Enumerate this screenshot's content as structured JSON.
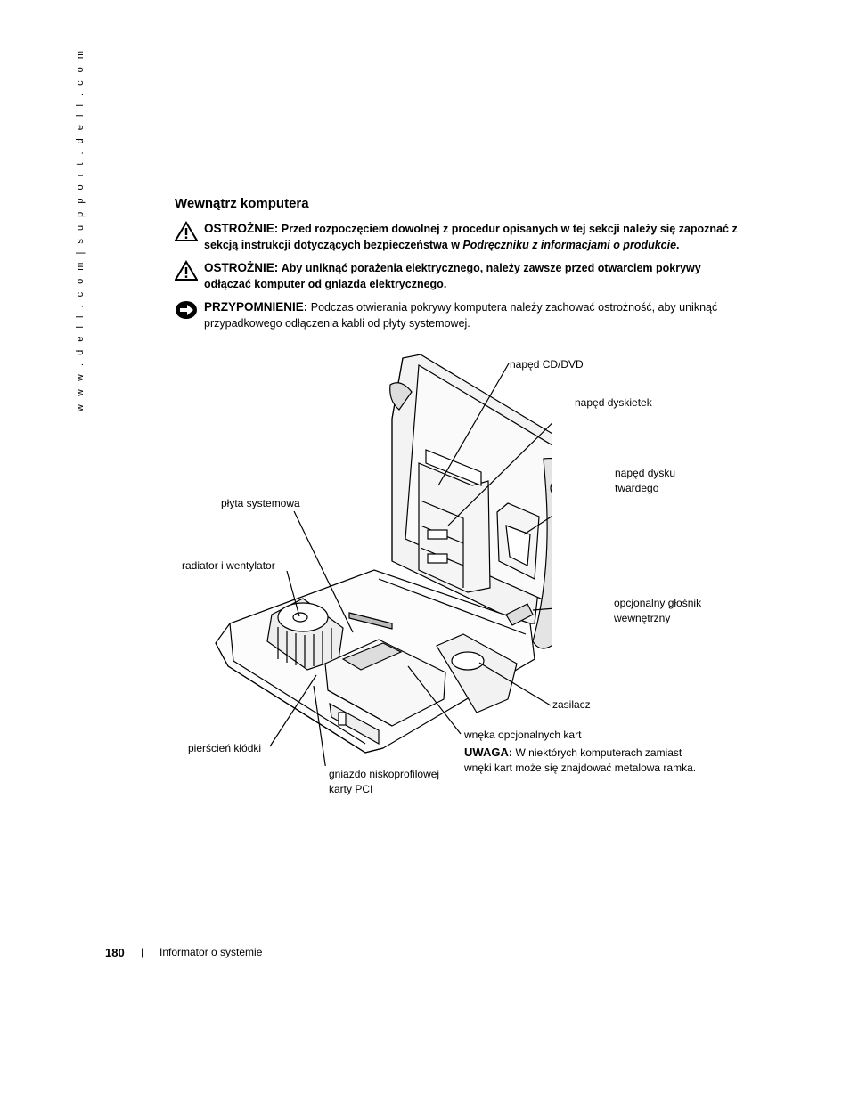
{
  "side_url": "w w w . d e l l . c o m   |   s u p p o r t . d e l l . c o m",
  "section_title": "Wewnątrz komputera",
  "notices": [
    {
      "keyword": "OSTROŻNIE:",
      "text_1": "Przed rozpoczęciem dowolnej z procedur opisanych w tej sekcji należy się zapoznać z sekcją instrukcji dotyczących bezpieczeństwa w ",
      "emphasis": "Podręczniku z informacjami o produkcie",
      "text_2": "."
    },
    {
      "keyword": "OSTROŻNIE:",
      "text_1": "Aby uniknąć porażenia elektrycznego, należy zawsze przed otwarciem pokrywy odłączać komputer od gniazda elektrycznego."
    },
    {
      "keyword": "PRZYPOMNIENIE:",
      "text_1": "Podczas otwierania pokrywy komputera należy zachować ostrożność, aby uniknąć przypadkowego odłączenia kabli od płyty systemowej."
    }
  ],
  "diagram_labels": {
    "cd_dvd": "napęd CD/DVD",
    "floppy": "napęd dyskietek",
    "hdd_1": "napęd dysku",
    "hdd_2": "twardego",
    "system_board": "płyta systemowa",
    "heatsink": "radiator i wentylator",
    "speaker_1": "opcjonalny głośnik",
    "speaker_2": "wewnętrzny",
    "psu": "zasilacz",
    "card_bay": "wnęka opcjonalnych kart",
    "padlock": "pierścień kłódki",
    "pci_1": "gniazdo niskoprofilowej",
    "pci_2": "karty PCI"
  },
  "note": {
    "keyword": "UWAGA:",
    "line_1": "W niektórych komputerach zamiast",
    "line_2": "wnęki kart może się znajdować metalowa ramka."
  },
  "footer": {
    "page_number": "180",
    "separator": "|",
    "title": "Informator o systemie"
  }
}
